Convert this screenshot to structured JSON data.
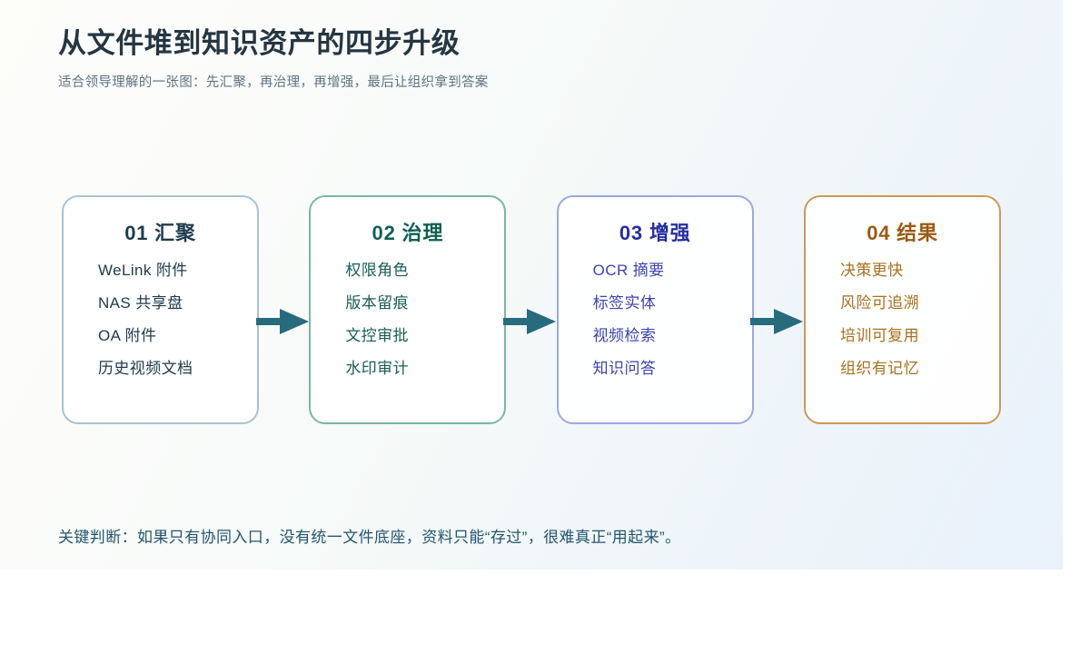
{
  "header": {
    "title": "从文件堆到知识资产的四步升级",
    "subtitle": "适合领导理解的一张图：先汇聚，再治理，再增强，最后让组织拿到答案"
  },
  "flow": {
    "arrow_icon": "arrow-right-icon",
    "steps": [
      {
        "number": "01",
        "name": "汇聚",
        "title": "01 汇聚",
        "accent": "#1f3b4d",
        "border": "#a9c2ce",
        "items": [
          "WeLink 附件",
          "NAS 共享盘",
          "OA 附件",
          "历史视频文档"
        ]
      },
      {
        "number": "02",
        "name": "治理",
        "title": "02 治理",
        "accent": "#0f5f52",
        "border": "#79b6a6",
        "items": [
          "权限角色",
          "版本留痕",
          "文控审批",
          "水印审计"
        ]
      },
      {
        "number": "03",
        "name": "增强",
        "title": "03 增强",
        "accent": "#262f9e",
        "border": "#9ea7e2",
        "items": [
          "OCR 摘要",
          "标签实体",
          "视频检索",
          "知识问答"
        ]
      },
      {
        "number": "04",
        "name": "结果",
        "title": "04 结果",
        "accent": "#9a5a12",
        "border": "#cc9a55",
        "items": [
          "决策更快",
          "风险可追溯",
          "培训可复用",
          "组织有记忆"
        ]
      }
    ]
  },
  "footnote": {
    "text": "关键判断：如果只有协同入口，没有统一文件底座，资料只能“存过”，很难真正“用起来”。"
  },
  "colors": {
    "arrow": "#276b7d",
    "title": "#243642",
    "subtitle": "#5d7382",
    "footnote": "#22566e",
    "canvas_start": "#fdfdfa",
    "canvas_end": "#e9f1fb"
  }
}
